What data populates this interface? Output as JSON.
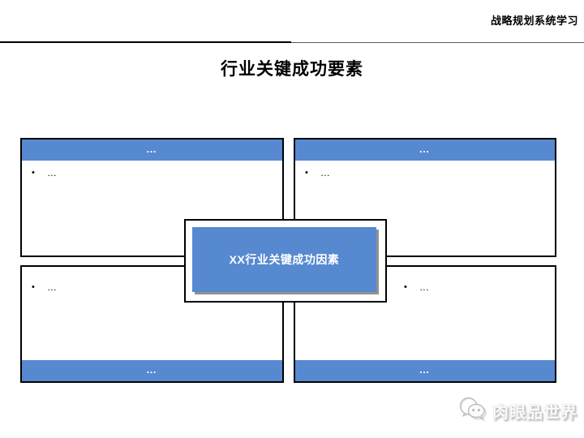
{
  "slide": {
    "header_right": "战略规划系统学习",
    "title": "行业关键成功要素"
  },
  "diagram": {
    "center_box": {
      "label": "XX行业关键成功因素"
    },
    "quadrants": [
      {
        "name": "top-left",
        "bar_position": "top",
        "bar_label": "…",
        "bullet_char": "•",
        "bullet_text": "…"
      },
      {
        "name": "top-right",
        "bar_position": "top",
        "bar_label": "…",
        "bullet_char": "•",
        "bullet_text": "…"
      },
      {
        "name": "bottom-left",
        "bar_position": "bottom",
        "bar_label": "…",
        "bullet_char": "•",
        "bullet_text": "…"
      },
      {
        "name": "bottom-right",
        "bar_position": "bottom",
        "bar_label": "…",
        "bullet_char": "•",
        "bullet_text": "…"
      }
    ]
  },
  "watermark": {
    "text": "肉眼品世界",
    "icon": "wechat-chat-bubbles-icon"
  },
  "colors": {
    "accent_blue": "#5789D1",
    "box_border": "#000000",
    "center_shadow": "#919191",
    "divider_left": "#000000",
    "divider_right": "#595959",
    "bar_text": "#FFFFFF"
  }
}
